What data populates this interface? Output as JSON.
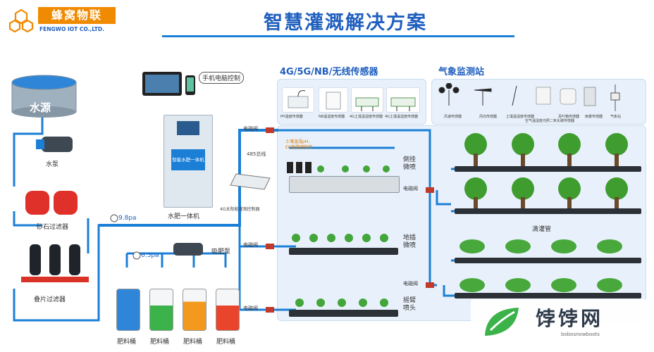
{
  "brand": {
    "name_cn": "蜂窝物联",
    "name_en": "FENGWO IOT CO.,LTD."
  },
  "title": "智慧灌溉解决方案",
  "sections": {
    "sensors": "4G/5G/NB/无线传感器",
    "weather": "气象监测站"
  },
  "labels": {
    "water_source": "水源",
    "water_pump": "水泵",
    "sand_filter": "砂石过滤器",
    "disc_filter": "叠片过滤器",
    "phone_control": "手机电脑控制",
    "fert_machine": "水肥一体机",
    "fert_machine_panel": "智能水肥一体机",
    "controller": "4G太阳能灌溉控制器",
    "solenoid_valve": "电磁阀",
    "rs485": "485总线",
    "soil_sensor": "土壤温湿pH、EC氮磷钾检测",
    "pressure_main": "9.8pa",
    "pressure_suction": "6.3pa",
    "suction_pump": "吸肥泵",
    "tank": "肥料桶",
    "side_spray": "倒挂微喷",
    "ground_spray": "地插微喷",
    "rocker_spray": "摇臂喷头",
    "drip": "滴灌管",
    "watermark": "饽饽网",
    "watermark_url": "bobosnowboots"
  },
  "tanks": [
    {
      "label": "肥料桶",
      "color": "#2f86d8"
    },
    {
      "label": "肥料桶",
      "color": "#3bb34a"
    },
    {
      "label": "肥料桶",
      "color": "#f39a1e"
    },
    {
      "label": "肥料桶",
      "color": "#e8452c"
    }
  ],
  "sensor_items": [
    "PH温度传感器",
    "NB温湿度传感器",
    "4G土壤温湿度传感器",
    "4G土壤温湿度传感器"
  ],
  "weather_items": [
    "风速传感器",
    "风向传感器",
    "土壤温湿度传感器",
    "空气温湿度光照二氧化碳传感器",
    "百叶箱传感器",
    "雨量传感器",
    "气象站"
  ],
  "colors": {
    "accent": "#1b7fd6",
    "title": "#1f5fbf",
    "brand": "#f08a00",
    "tree": "#3f9d2f"
  }
}
